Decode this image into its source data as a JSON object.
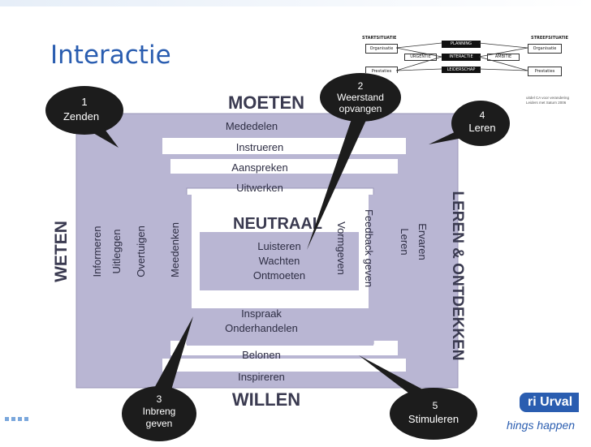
{
  "slide": {
    "title": "Interactie"
  },
  "thumbnail": {
    "start": "STARTSITUATIE",
    "target": "STREEFSITUATIE",
    "organisatie_left": "Organisatie",
    "organisatie_right": "Organisatie",
    "prestaties_left": "Prestaties",
    "prestaties_right": "Prestaties",
    "planning": "PLANNING",
    "urgentie": "URGENTIE",
    "interactie": "INTERACTIE",
    "ambitie": "AMBITIE",
    "leiderschap": "LEIDERSCHAP",
    "caption": [
      "uitdel CA voor verandering",
      "Leiders met Saturn 2006"
    ]
  },
  "diagram": {
    "moeten": "MOETEN",
    "willen": "WILLEN",
    "weten": "WETEN",
    "leren": "LEREN & ONTDEKKEN",
    "neutraal": "NEUTRAAL",
    "top_bands": [
      "Mededelen",
      "Instrueren",
      "Aanspreken",
      "Uitwerken"
    ],
    "bottom_bands": [
      "Inspraak",
      "Onderhandelen",
      "Belonen",
      "Inspireren"
    ],
    "left_cols": [
      "Informeren",
      "Uitleggen",
      "Overtuigen",
      "Meedenken"
    ],
    "right_cols": [
      "Vormgeven",
      "Feedback geven",
      "Ervaren",
      "Leren"
    ],
    "center_lines": [
      "Luisteren",
      "Wachten",
      "Ontmoeten"
    ],
    "bubbles": [
      {
        "num": "1",
        "label": "Zenden"
      },
      {
        "num": "2",
        "label": "Weerstand opvangen",
        "line1": "Weerstand",
        "line2": "opvangen"
      },
      {
        "num": "3",
        "label": "Inbreng geven",
        "line1": "Inbreng",
        "line2": "geven"
      },
      {
        "num": "4",
        "label": "Leren"
      },
      {
        "num": "5",
        "label": "Stimuleren"
      }
    ]
  },
  "logo": {
    "text": "ri Urval",
    "tagline": "hings happen"
  },
  "colors": {
    "title": "#2a5db0",
    "band": "#b9b6d3",
    "bubble": "#1c1c1c"
  }
}
